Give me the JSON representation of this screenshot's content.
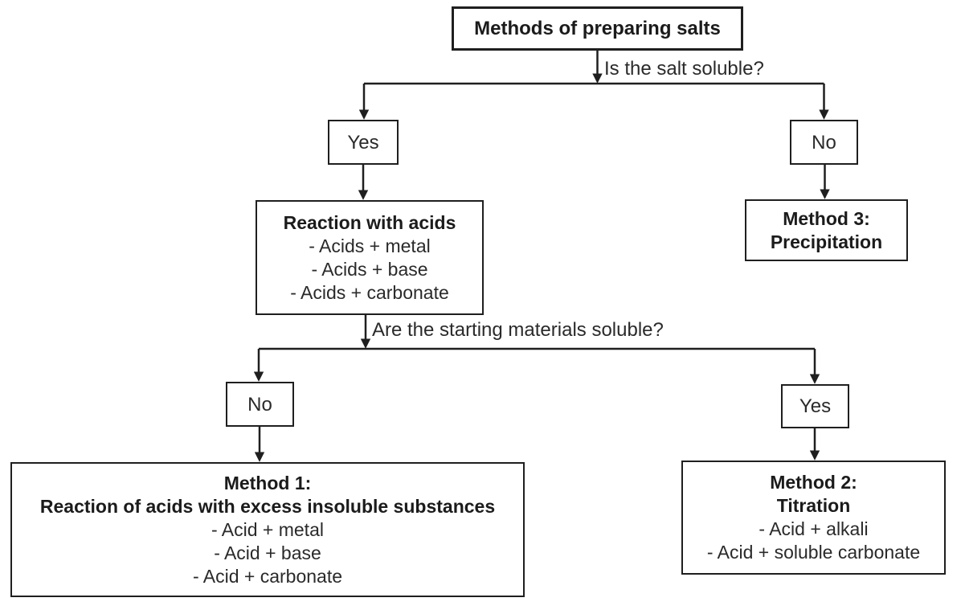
{
  "diagram": {
    "root": {
      "label": "Methods of preparing salts"
    },
    "question_salt_soluble": "Is the salt soluble?",
    "branch_yes_1": "Yes",
    "branch_no_1": "No",
    "reaction_with_acids": {
      "title": "Reaction with acids",
      "items": [
        "- Acids + metal",
        "- Acids + base",
        "- Acids + carbonate"
      ]
    },
    "method_3": {
      "title": "Method 3:",
      "subtitle": "Precipitation"
    },
    "question_materials_soluble": "Are the starting materials soluble?",
    "branch_no_2": "No",
    "branch_yes_2": "Yes",
    "method_1": {
      "title": "Method 1:",
      "subtitle": "Reaction of acids with excess insoluble substances",
      "items": [
        "- Acid + metal",
        "- Acid + base",
        "- Acid + carbonate"
      ]
    },
    "method_2": {
      "title": "Method 2:",
      "subtitle": "Titration",
      "items": [
        "- Acid + alkali",
        "- Acid + soluble carbonate"
      ]
    }
  },
  "colors": {
    "background": "#ffffff",
    "line": "#1f1f1f",
    "text": "#2a2a2a"
  }
}
